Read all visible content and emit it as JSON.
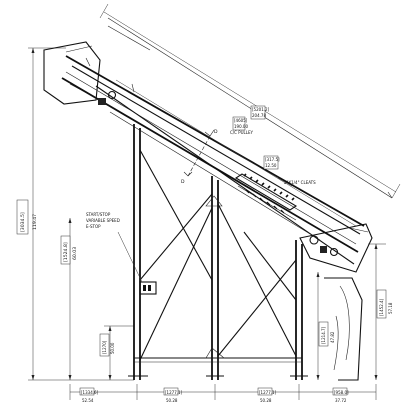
{
  "diagram": {
    "dimensions": {
      "overall_height_mm": "[3034.5]",
      "overall_height_in": "119.47",
      "overall_length_mm": "[5201.2]",
      "overall_length_in": "204.78",
      "cc_pulley_mm": "[4605]",
      "cc_pulley_in": "190.00",
      "cc_pulley_label": "C/C PULLEY",
      "cleat_spacing_mm": "[317.5]",
      "cleat_spacing_in": "12.50",
      "cleats_label": "2\"X1/4\" CLEATS",
      "start_height_mm": "[1524.8]",
      "start_height_in": "60.03",
      "leg_height_mm": "[1270]",
      "leg_height_in": "50.00",
      "discharge_height_mm": "[1452.4]",
      "discharge_height_in": "57.18",
      "outfeed_height_mm": "[1214.7]",
      "outfeed_height_in": "47.82",
      "base_left_mm": "[1334.6]",
      "base_left_in": "52.54",
      "base_mid1_mm": "[1277.1]",
      "base_mid1_in": "50.28",
      "base_mid2_mm": "[1277.1]",
      "base_mid2_in": "50.28",
      "base_right_mm": "[958.0]",
      "base_right_in": "37.72"
    },
    "labels": {
      "section_d_top": "D",
      "section_d_bottom": "D",
      "control_label_line1": "START/STOP",
      "control_label_line2": "VARIABLE SPEED",
      "control_label_line3": "E-STOP"
    }
  }
}
